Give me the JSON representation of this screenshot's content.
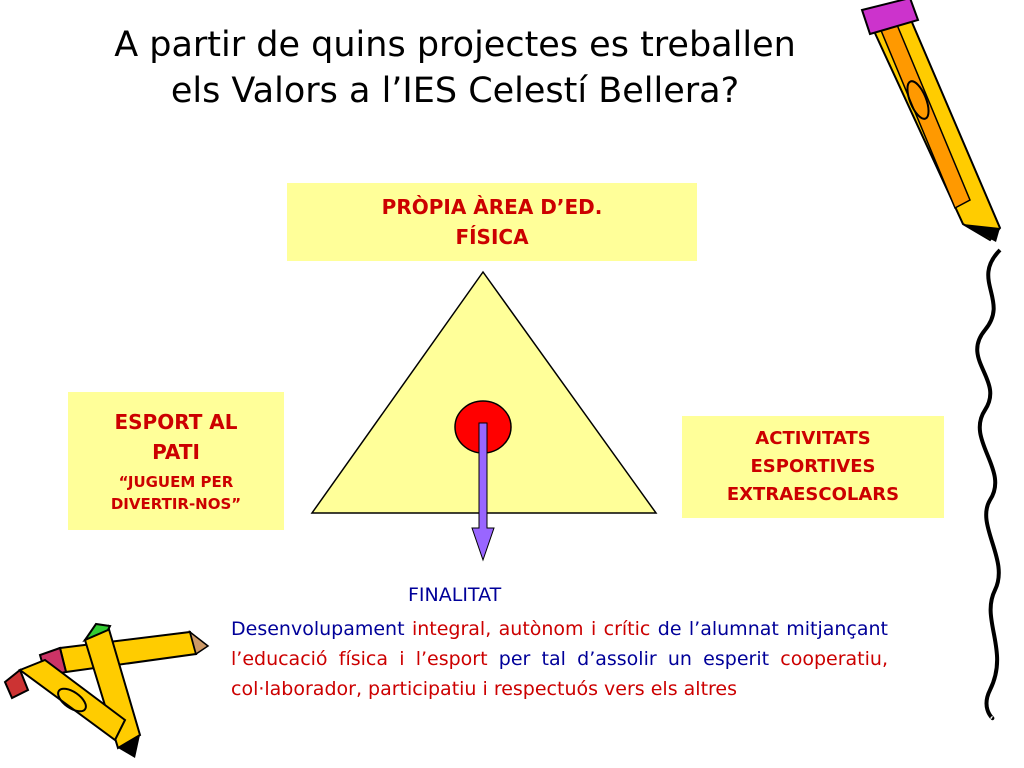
{
  "title": {
    "line1": "A partir de quins projectes es treballen",
    "line2": "els Valors a l’IES Celestí Bellera?"
  },
  "nodes": {
    "top": {
      "line1": "PRÒPIA ÀREA D’ED.",
      "line2": "FÍSICA"
    },
    "left": {
      "line1": "ESPORT AL",
      "line2": "PATI",
      "sub1": "“JUGUEM PER",
      "sub2": "DIVERTIR-NOS”"
    },
    "right": {
      "line1": "ACTIVITATS",
      "line2": "ESPORTIVES",
      "line3": "EXTRAESCOLARS"
    }
  },
  "finalitat": {
    "heading": "FINALITAT",
    "parts": [
      "Desenvolupament ",
      "integral, autònom i crític",
      " de l’alumnat mitjançant ",
      "l’educació física i l’esport",
      " per tal d’assolir un esperit ",
      "cooperatiu, col·laborador, participatiu i respectuós vers els altres"
    ]
  },
  "colors": {
    "box_fill": "#ffff99",
    "box_text": "#cc0000",
    "triangle_fill": "#ffff99",
    "circle_fill": "#ff0000",
    "arrow_fill": "#9966ff",
    "finalitat_text": "#000099",
    "highlight_text": "#cc0000"
  },
  "icons": [
    "pencil-icon",
    "crossed-pencils-icon",
    "ribbon-line-icon"
  ]
}
